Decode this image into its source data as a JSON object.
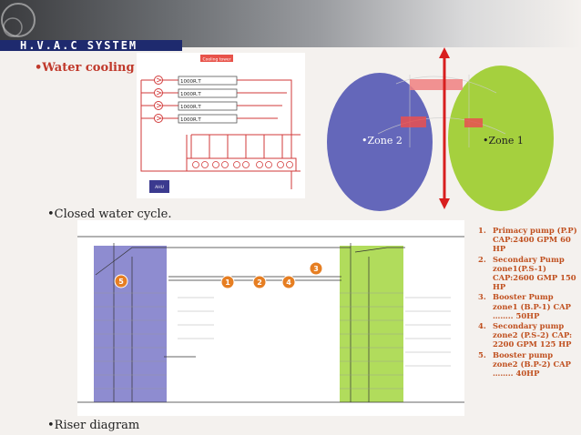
{
  "header": {
    "title": "H.V.A.C SYSTEM"
  },
  "bullets": {
    "water_cooling": "•Water cooling system",
    "closed_cycle": "•Closed water cycle.",
    "riser": "•Riser diagram"
  },
  "schematic": {
    "cooling_tower_label": "Cooling tower",
    "towers": [
      "1000R.T",
      "1000R.T",
      "1000R.T",
      "1000R.T"
    ],
    "ahu_label": "AHU"
  },
  "zones": {
    "zone2": "•Zone 2",
    "zone1": "•Zone 1"
  },
  "riser_markers": [
    "5",
    "1",
    "2",
    "4",
    "3"
  ],
  "pumps": [
    {
      "num": "1.",
      "text": "Primacy pump (P.P) CAP:2400 GPM 60 HP"
    },
    {
      "num": "2.",
      "text": "Secondary Pump zone1(P.S-1) CAP:2600 GMP 150 HP"
    },
    {
      "num": "3.",
      "text": "Booster Pump zone1 (B.P-1) CAP …….. 50HP"
    },
    {
      "num": "4.",
      "text": "Secondary pump zone2 (P.S-2) CAP: 2200 GPM 125 HP"
    },
    {
      "num": "5.",
      "text": "Booster pump zone2 (B.P-2) CAP …….. 40HP"
    }
  ],
  "colors": {
    "accent": "#c0392b",
    "list": "#c0501f",
    "zone2": "#4a4fb0",
    "zone1": "#9ccc2a",
    "riser_left": "#7a78c8",
    "riser_right": "#a8d84a"
  }
}
